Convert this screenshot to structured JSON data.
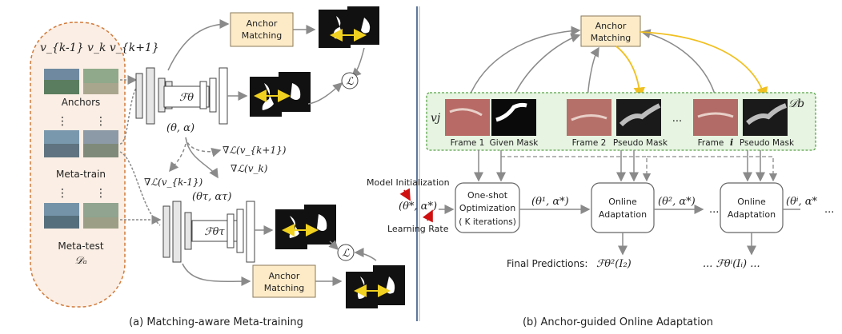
{
  "colors": {
    "anchor_box_fill": "#fdebc8",
    "anchor_box_stroke": "#8a7a5a",
    "left_panel_fill": "#fbeee4",
    "left_panel_stroke": "#d27a3a",
    "right_panel_fill": "#e6f4e1",
    "right_panel_stroke": "#5aa34a",
    "arrow_gray": "#8a8a8a",
    "arrow_yellow": "#f0c020",
    "arrow_red": "#d01010",
    "divider_blue": "#2a4a7a"
  },
  "left": {
    "v_labels": "v_{k-1} v_k v_{k+1}",
    "anchors": "Anchors",
    "dots": "⋮",
    "meta_train": "Meta-train",
    "meta_test": "Meta-test",
    "d_a": "𝒟ₐ",
    "anchor_matching_top": "Anchor\nMatching",
    "anchor_matching_bottom": "Anchor\nMatching",
    "f_theta": "ℱθ",
    "f_theta_tau": "ℱθτ",
    "theta_alpha": "(θ, α)",
    "theta_tau_alpha_tau": "(θτ, ατ)",
    "grad_k_plus_1": "∇ℒ(v_{k+1})",
    "grad_k": "∇ℒ(v_k)",
    "grad_k_minus_1": "∇ℒ(v_{k-1})",
    "loss": "ℒ",
    "caption": "(a) Matching-aware Meta-training"
  },
  "right": {
    "anchor_matching": "Anchor\nMatching",
    "v_j": "vj",
    "d_b": "𝒟b",
    "frame1": "Frame 1",
    "given_mask": "Given Mask",
    "frame2": "Frame 2",
    "pseudo_mask_1": "Pseudo Mask",
    "ellipsis": "...",
    "frame_i": "Frame",
    "frame_i_index": "i",
    "pseudo_mask_2": "Pseudo Mask",
    "model_initialization": "Model Initialization",
    "learning_rate": "Learning Rate",
    "theta_star_alpha_star": "(θ*, α*)",
    "one_shot_1": "One-shot",
    "one_shot_2": "Optimization",
    "one_shot_3": "( K iterations)",
    "theta1": "(θ¹, α*)",
    "online_adapt_1a": "Online",
    "online_adapt_1b": "Adaptation",
    "theta2": "(θ², α*)",
    "dots_h": "...",
    "online_adapt_2a": "Online",
    "online_adapt_2b": "Adaptation",
    "theta_i": "(θⁱ, α*",
    "trailing_dots": "...",
    "final_predictions": "Final Predictions:",
    "final_pred_expr": "ℱθ²(I₂)",
    "final_pred_i": "... ℱθⁱ(Iᵢ) ...",
    "caption": "(b) Anchor-guided Online Adaptation"
  }
}
